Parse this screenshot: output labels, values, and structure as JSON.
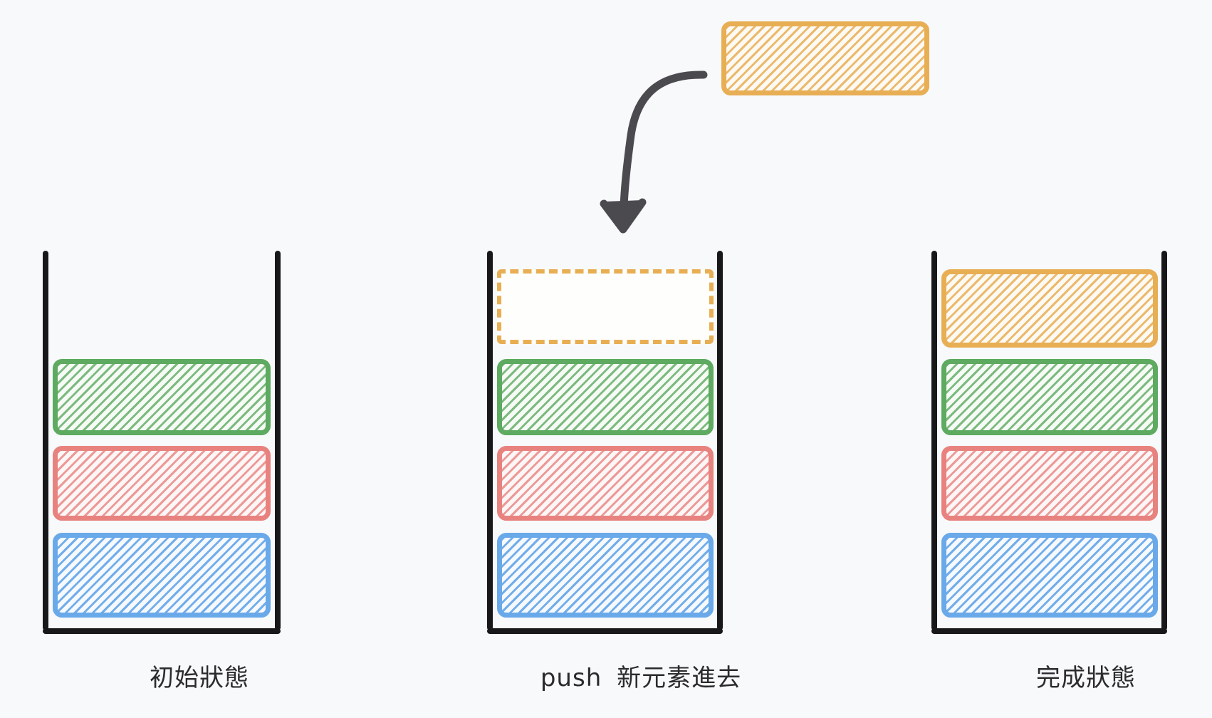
{
  "background_color": "#f7f9fb",
  "palette": {
    "blue": "#6aa9e9",
    "red": "#e8827f",
    "green": "#5daa60",
    "orange": "#e8ae54",
    "wall": "#18181a",
    "arrow": "#4b4b4f",
    "caption_text": "#2b2b2e"
  },
  "panels": [
    {
      "id": "initial",
      "caption": "初始狀態",
      "cells": [
        {
          "color": "green",
          "style": "filled"
        },
        {
          "color": "red",
          "style": "filled"
        },
        {
          "color": "blue",
          "style": "filled"
        }
      ]
    },
    {
      "id": "pushing",
      "caption_prefix": "push",
      "caption_suffix": "新元素進去",
      "caption": "push  新元素進去",
      "cells": [
        {
          "color": "orange",
          "style": "dashed-slot"
        },
        {
          "color": "green",
          "style": "filled"
        },
        {
          "color": "red",
          "style": "filled"
        },
        {
          "color": "blue",
          "style": "filled"
        }
      ],
      "floating_element": {
        "color": "orange",
        "style": "filled"
      },
      "arrow": {
        "direction": "curved-down-left",
        "color": "#4b4b4f"
      }
    },
    {
      "id": "done",
      "caption": "完成狀態",
      "cells": [
        {
          "color": "orange",
          "style": "filled"
        },
        {
          "color": "green",
          "style": "filled"
        },
        {
          "color": "red",
          "style": "filled"
        },
        {
          "color": "blue",
          "style": "filled"
        }
      ]
    }
  ]
}
